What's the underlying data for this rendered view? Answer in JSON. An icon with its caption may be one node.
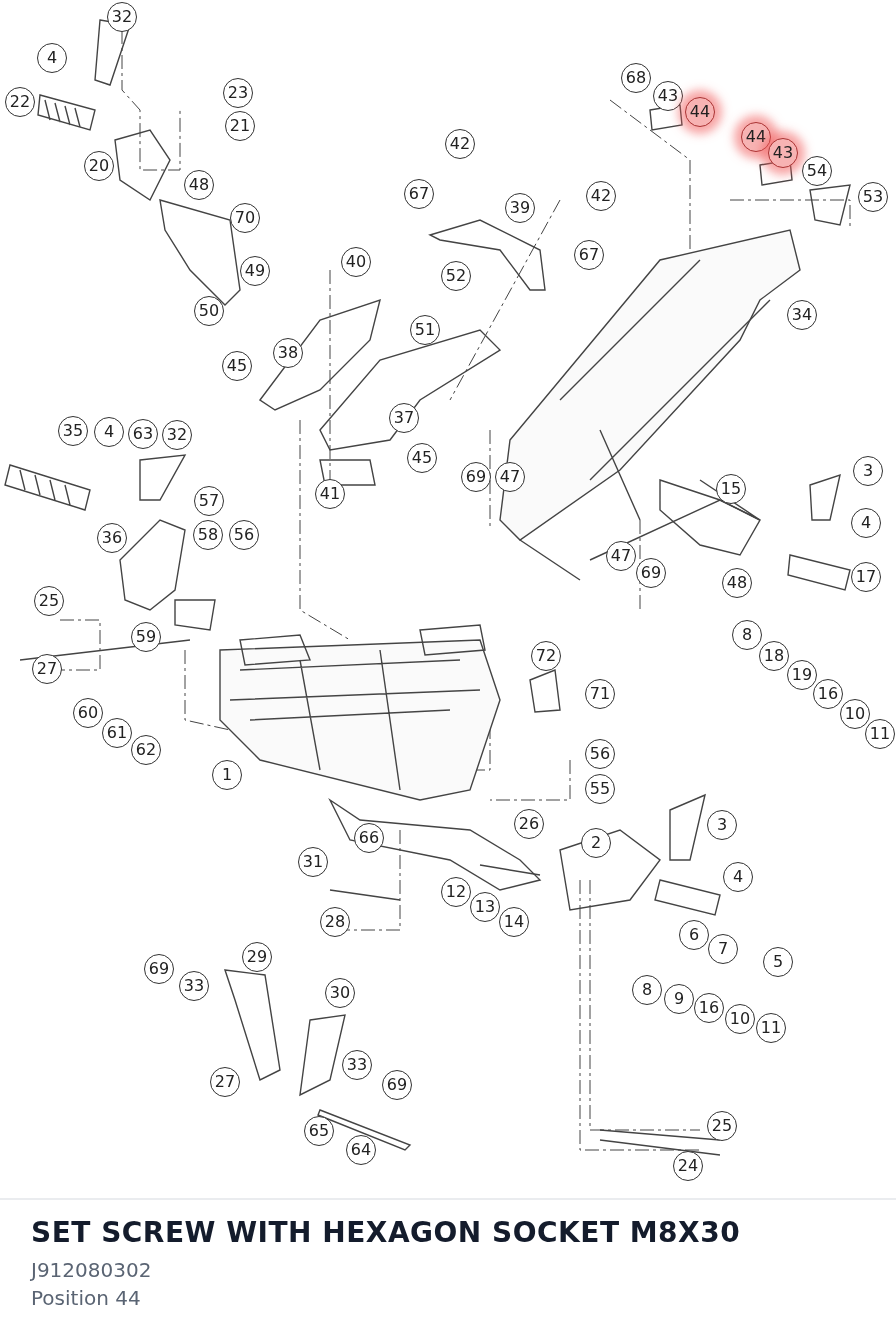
{
  "diagram": {
    "caption": "SET SCREW WITH HEXAGON SOCKET M8X30",
    "labels": [
      "32",
      "4",
      "68",
      "43",
      "44",
      "23",
      "22",
      "21",
      "44",
      "43",
      "42",
      "20",
      "54",
      "67",
      "48",
      "53",
      "42",
      "39",
      "70",
      "67",
      "40",
      "52",
      "49",
      "50",
      "51",
      "34",
      "38",
      "45",
      "37",
      "35",
      "4",
      "63",
      "32",
      "45",
      "3",
      "69",
      "47",
      "15",
      "41",
      "57",
      "4",
      "36",
      "58",
      "56",
      "47",
      "69",
      "17",
      "48",
      "25",
      "59",
      "8",
      "18",
      "72",
      "27",
      "71",
      "19",
      "16",
      "10",
      "11",
      "60",
      "61",
      "62",
      "56",
      "1",
      "55",
      "26",
      "3",
      "2",
      "66",
      "31",
      "4",
      "12",
      "13",
      "14",
      "28",
      "6",
      "7",
      "5",
      "29",
      "69",
      "33",
      "30",
      "8",
      "9",
      "16",
      "10",
      "11",
      "33",
      "69",
      "27",
      "65",
      "64",
      "25",
      "24",
      "J912080302",
      "Position 44"
    ]
  }
}
